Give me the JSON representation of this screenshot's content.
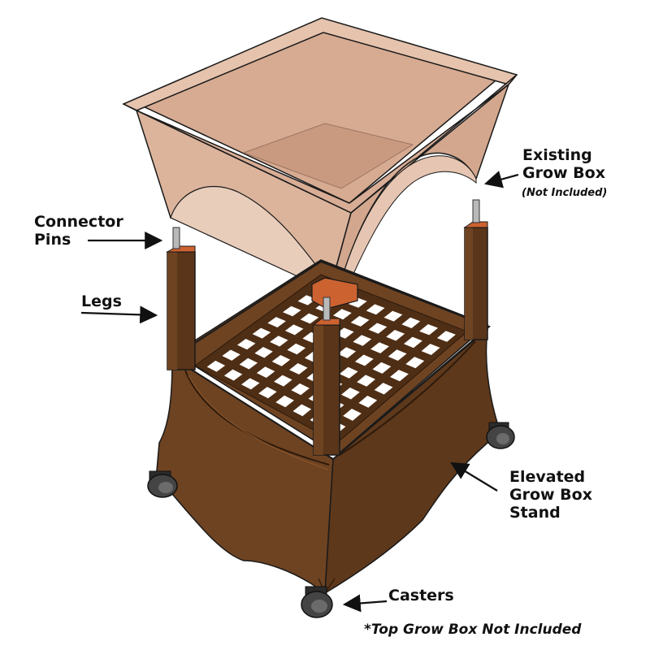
{
  "labels": {
    "existing_grow_box": [
      "Existing",
      "Grow Box"
    ],
    "not_included": "(Not Included)",
    "connector_pins": [
      "Connector",
      "Pins"
    ],
    "legs": "Legs",
    "elevated_stand": [
      "Elevated",
      "Grow Box",
      "Stand"
    ],
    "casters": "Casters",
    "footnote": "*Top Grow Box Not Included"
  },
  "colors": {
    "grow_box_fill": "#dcb49c",
    "grow_box_dark": "#c99a80",
    "stand_fill": "#6e4322",
    "stand_dark": "#4e2e15",
    "stand_light": "#87542c",
    "leg_cap": "#cc6230",
    "pin": "#b9b9b9",
    "caster": "#333333",
    "outline": "#1a1a1a"
  }
}
